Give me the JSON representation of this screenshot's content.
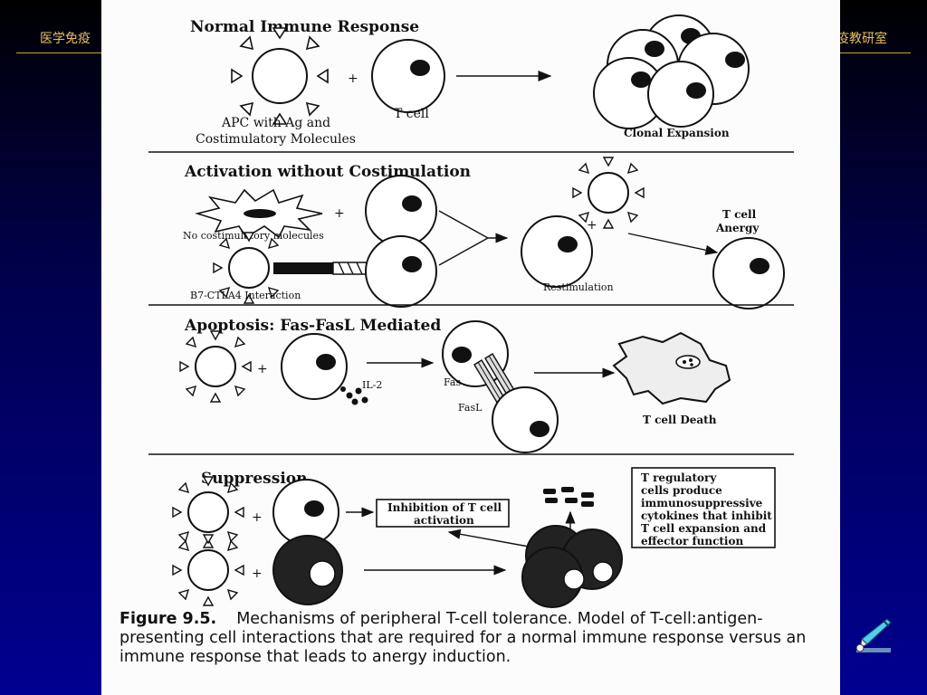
{
  "header": {
    "left_text": "医学免疫",
    "right_text": "疫教研室"
  },
  "figure": {
    "normal": {
      "title": "Normal Immune Response",
      "apc_label_1": "APC with Ag and",
      "apc_label_2": "Costimulatory Molecules",
      "tcell_label": "T cell",
      "plus": "+",
      "clonal_label": "Clonal Expansion"
    },
    "activation": {
      "title": "Activation without Costimulation",
      "no_costim_label": "No costimulatory molecules",
      "b7_label": "B7-CTLA4 Interaction",
      "restim_label": "Restimulation",
      "anergy_1": "T cell",
      "anergy_2": "Anergy",
      "plus": "+"
    },
    "apoptosis": {
      "title": "Apoptosis:  Fas-FasL Mediated",
      "il2_label": "IL-2",
      "fas_label": "Fas",
      "fasl_label": "FasL",
      "death_label": "T cell Death",
      "plus": "+"
    },
    "suppression": {
      "title": "Suppression",
      "inhibition_1": "Inhibition of T cell",
      "inhibition_2": "activation",
      "treg_lines": [
        "T regulatory",
        "cells produce",
        "immunosuppressive",
        "cytokines that inhibit",
        "T cell expansion and",
        "effector function"
      ],
      "plus": "+"
    },
    "caption": {
      "label": "Figure 9.5.",
      "text": "Mechanisms of peripheral T-cell tolerance. Model of T-cell:antigen-presenting cell interactions that are required for a normal immune response versus an immune response that leads to anergy induction."
    }
  },
  "pen_tool": {
    "icon": "pen-icon"
  }
}
